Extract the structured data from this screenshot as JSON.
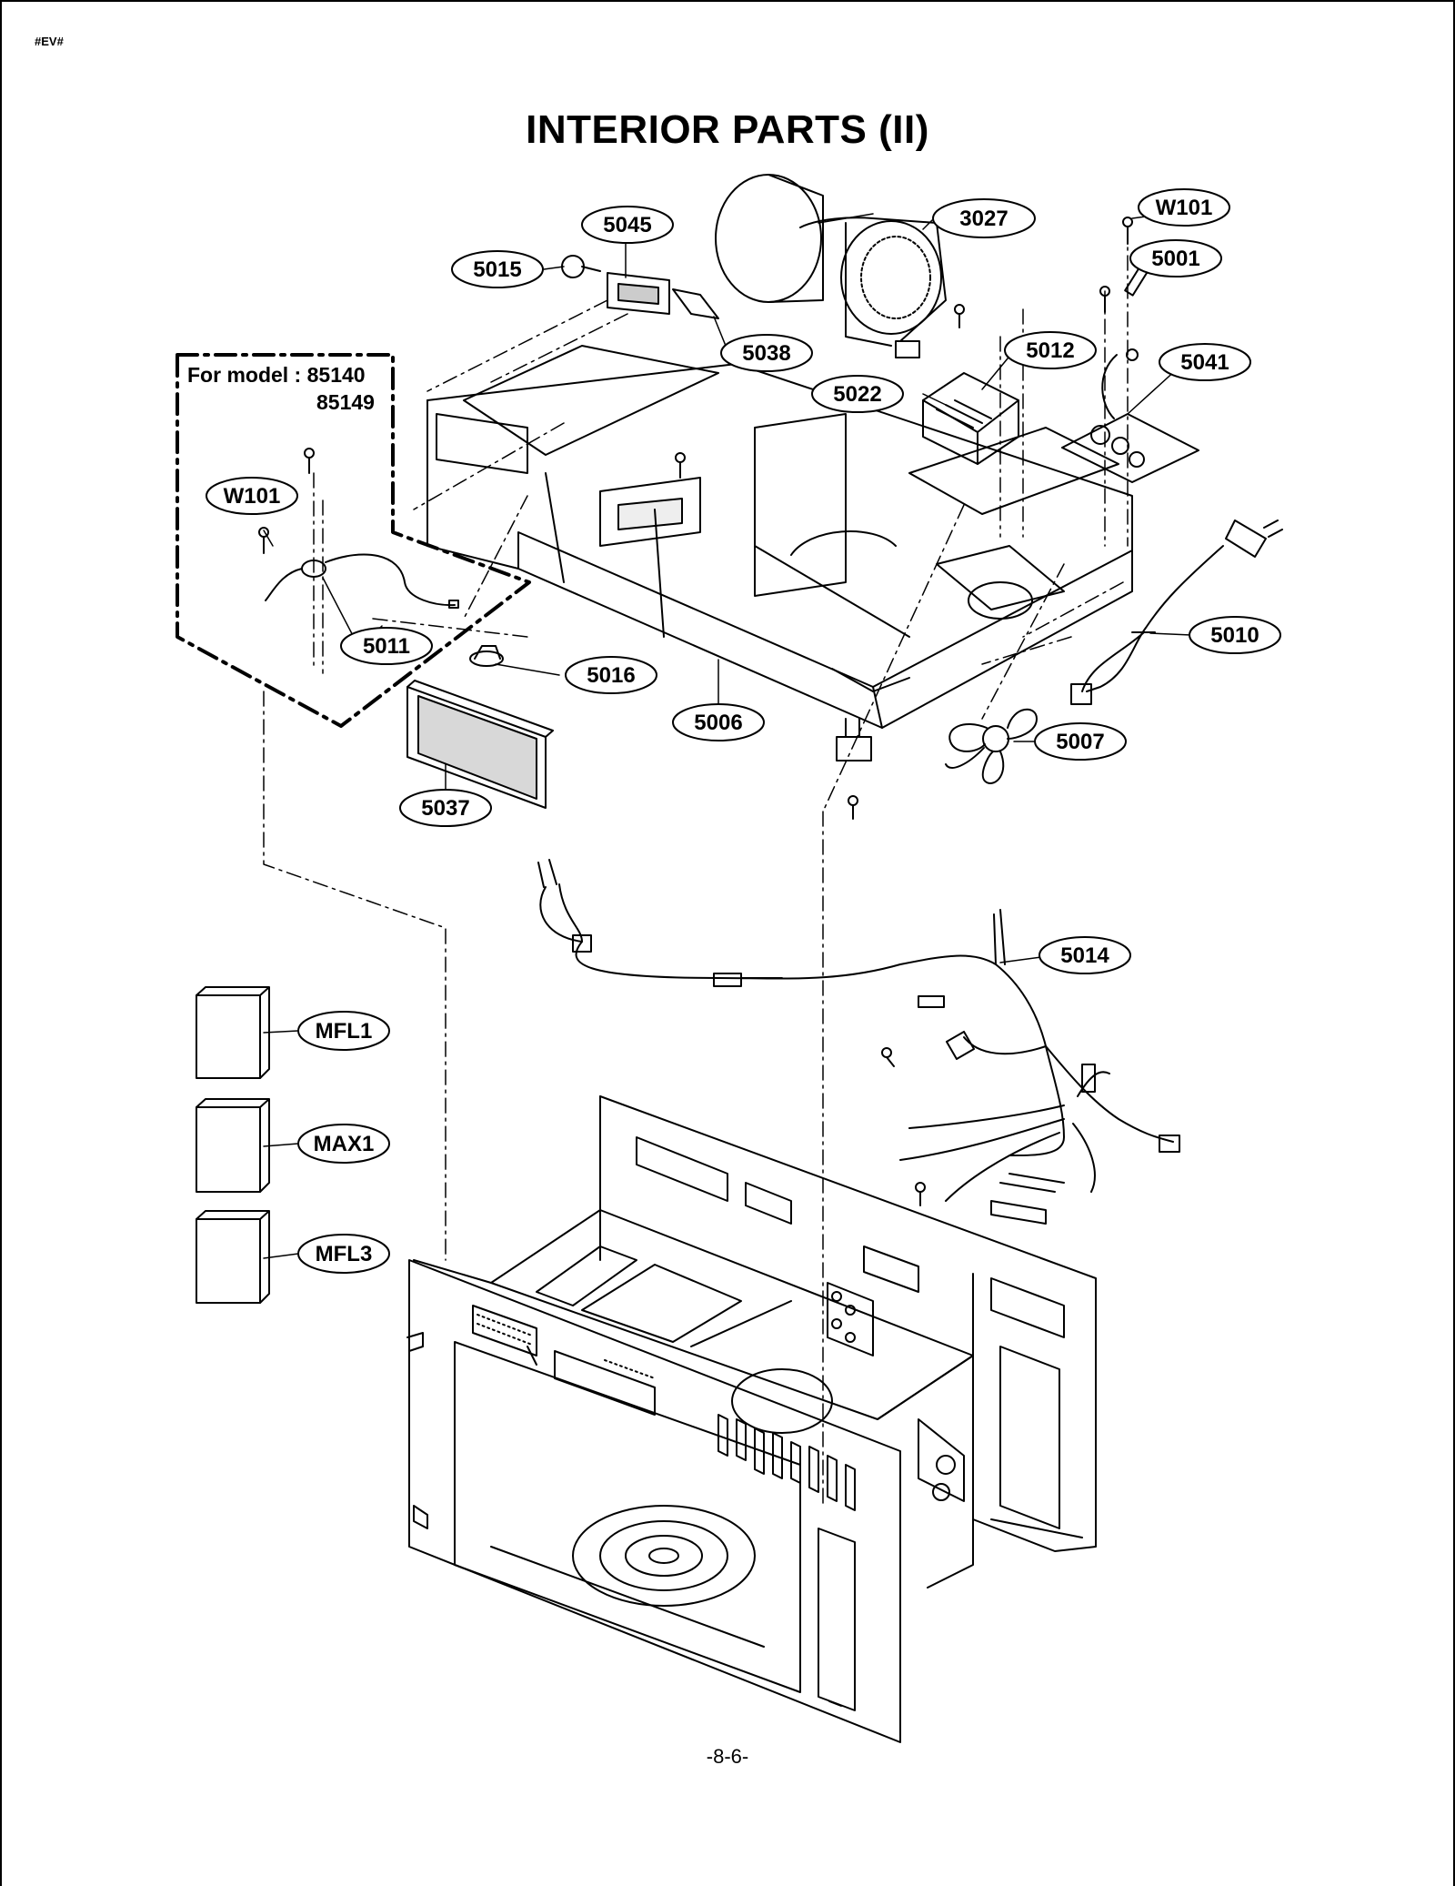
{
  "header": {
    "doc_code": "#EV#",
    "title": "INTERIOR PARTS (II)"
  },
  "model_note": {
    "line1": "For model : 85140",
    "line2": "85149"
  },
  "callouts": [
    {
      "label": "5045"
    },
    {
      "label": "3027"
    },
    {
      "label": "W101"
    },
    {
      "label": "5015"
    },
    {
      "label": "5001"
    },
    {
      "label": "5038"
    },
    {
      "label": "5012"
    },
    {
      "label": "5041"
    },
    {
      "label": "5022"
    },
    {
      "label": "W101"
    },
    {
      "label": "5011"
    },
    {
      "label": "5016"
    },
    {
      "label": "5010"
    },
    {
      "label": "5006"
    },
    {
      "label": "5007"
    },
    {
      "label": "5037"
    },
    {
      "label": "5014"
    },
    {
      "label": "MFL1"
    },
    {
      "label": "MAX1"
    },
    {
      "label": "MFL3"
    }
  ],
  "footer": {
    "page_number": "-8-6-"
  }
}
